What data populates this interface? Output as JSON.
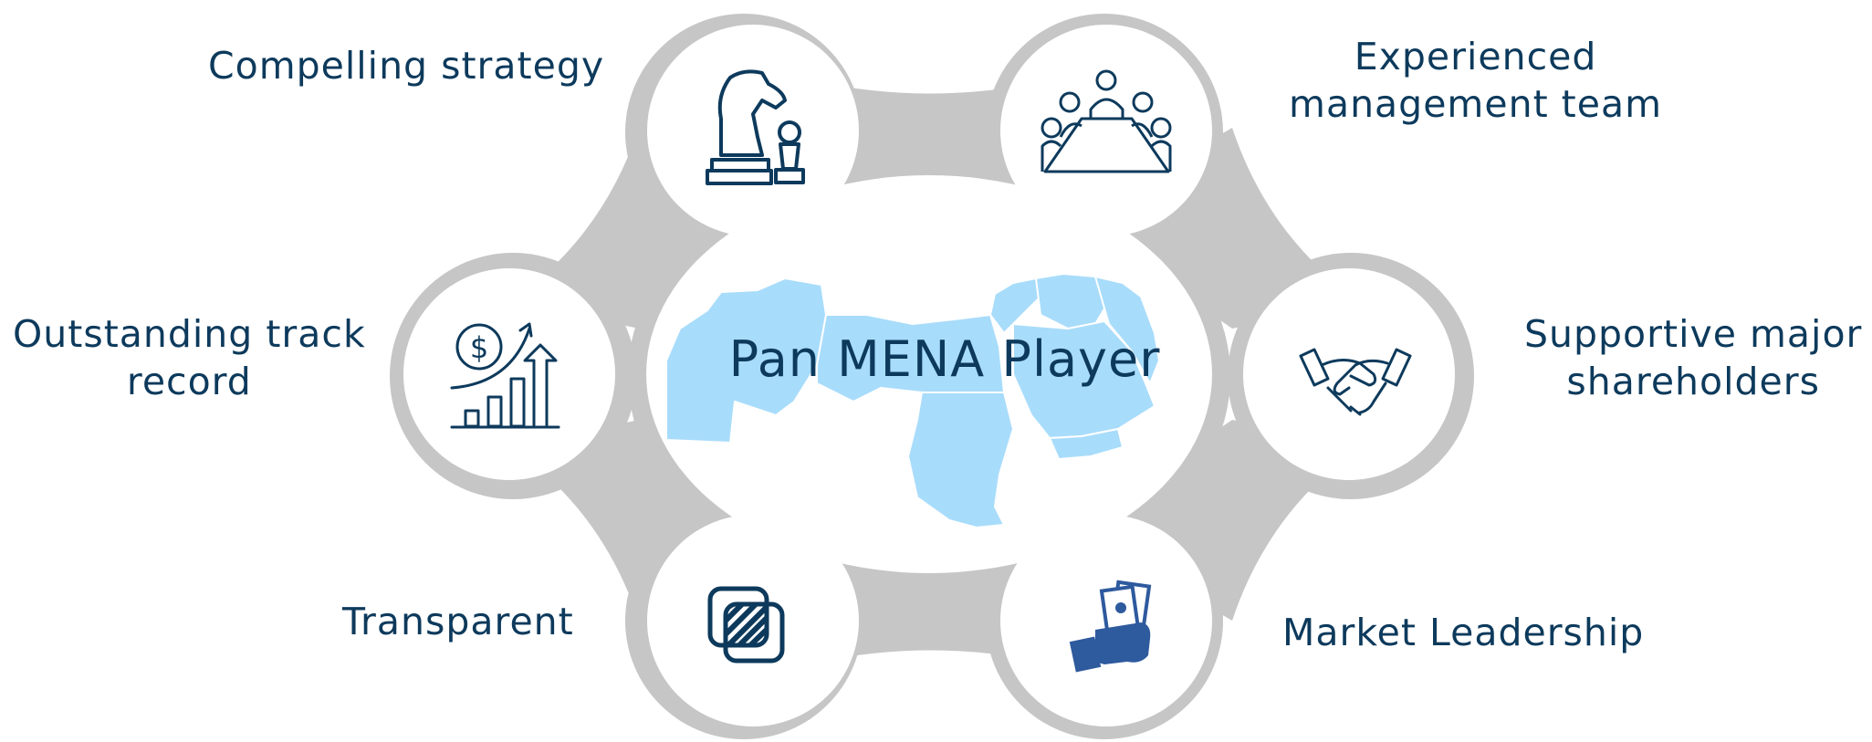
{
  "hub": {
    "title": "Pan MENA Player"
  },
  "pillars": [
    {
      "id": "strategy",
      "lines": [
        "Compelling strategy"
      ],
      "icon": "chess-knight-icon"
    },
    {
      "id": "management",
      "lines": [
        "Experienced",
        "management team"
      ],
      "icon": "boardroom-meeting-icon"
    },
    {
      "id": "track-record",
      "lines": [
        "Outstanding track",
        "record"
      ],
      "icon": "growth-chart-dollar-icon"
    },
    {
      "id": "shareholders",
      "lines": [
        "Supportive major",
        "shareholders"
      ],
      "icon": "handshake-icon"
    },
    {
      "id": "transparent",
      "lines": [
        "Transparent"
      ],
      "icon": "overlapping-squares-icon"
    },
    {
      "id": "leadership",
      "lines": [
        "Market Leadership"
      ],
      "icon": "hand-holding-money-icon"
    }
  ],
  "colors": {
    "ring": "#c6c6c6",
    "map_fill": "#a8dcfb",
    "text": "#0d3a5c",
    "icon": "#0d3a5c",
    "icon_accent": "#2e5a9e"
  }
}
